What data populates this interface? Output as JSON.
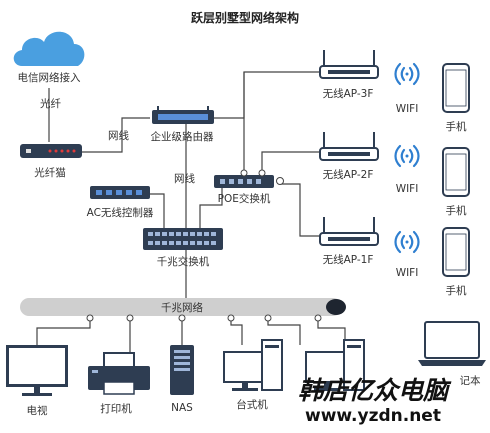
{
  "title": "跃层别墅型网络架构",
  "labels": {
    "isp": "电信网络接入",
    "fiber": "光纤",
    "modem": "光纤猫",
    "network_cable_1": "网线",
    "router": "企业级路由器",
    "network_cable_2": "网线",
    "ac_controller": "AC无线控制器",
    "gigabit_switch": "千兆交换机",
    "poe_switch": "POE交换机",
    "ap_3f": "无线AP-3F",
    "ap_2f": "无线AP-2F",
    "ap_1f": "无线AP-1F",
    "wifi_3f": "WIFI",
    "wifi_2f": "WIFI",
    "wifi_1f": "WIFI",
    "phone_3f": "手机",
    "phone_2f": "手机",
    "phone_1f": "手机",
    "backbone": "千兆网络",
    "tv": "电视",
    "printer": "打印机",
    "nas": "NAS",
    "desktop": "台式机",
    "laptop_partial": "记本"
  },
  "watermark": {
    "brand": "韩店亿众电脑",
    "url": "www.yzdn.net"
  },
  "colors": {
    "cloud": "#4a9fe0",
    "device_dark": "#2e3d52",
    "port_blue": "#5a8fd8",
    "backbone": "#cfcfcf",
    "wifi_blue": "#2f7fd0"
  },
  "icons": [
    "cloud-icon",
    "modem-icon",
    "router-icon",
    "ac-controller-icon",
    "switch-icon",
    "poe-switch-icon",
    "access-point-icon",
    "wifi-icon",
    "phone-icon",
    "tv-icon",
    "printer-icon",
    "nas-icon",
    "desktop-icon",
    "laptop-icon"
  ]
}
